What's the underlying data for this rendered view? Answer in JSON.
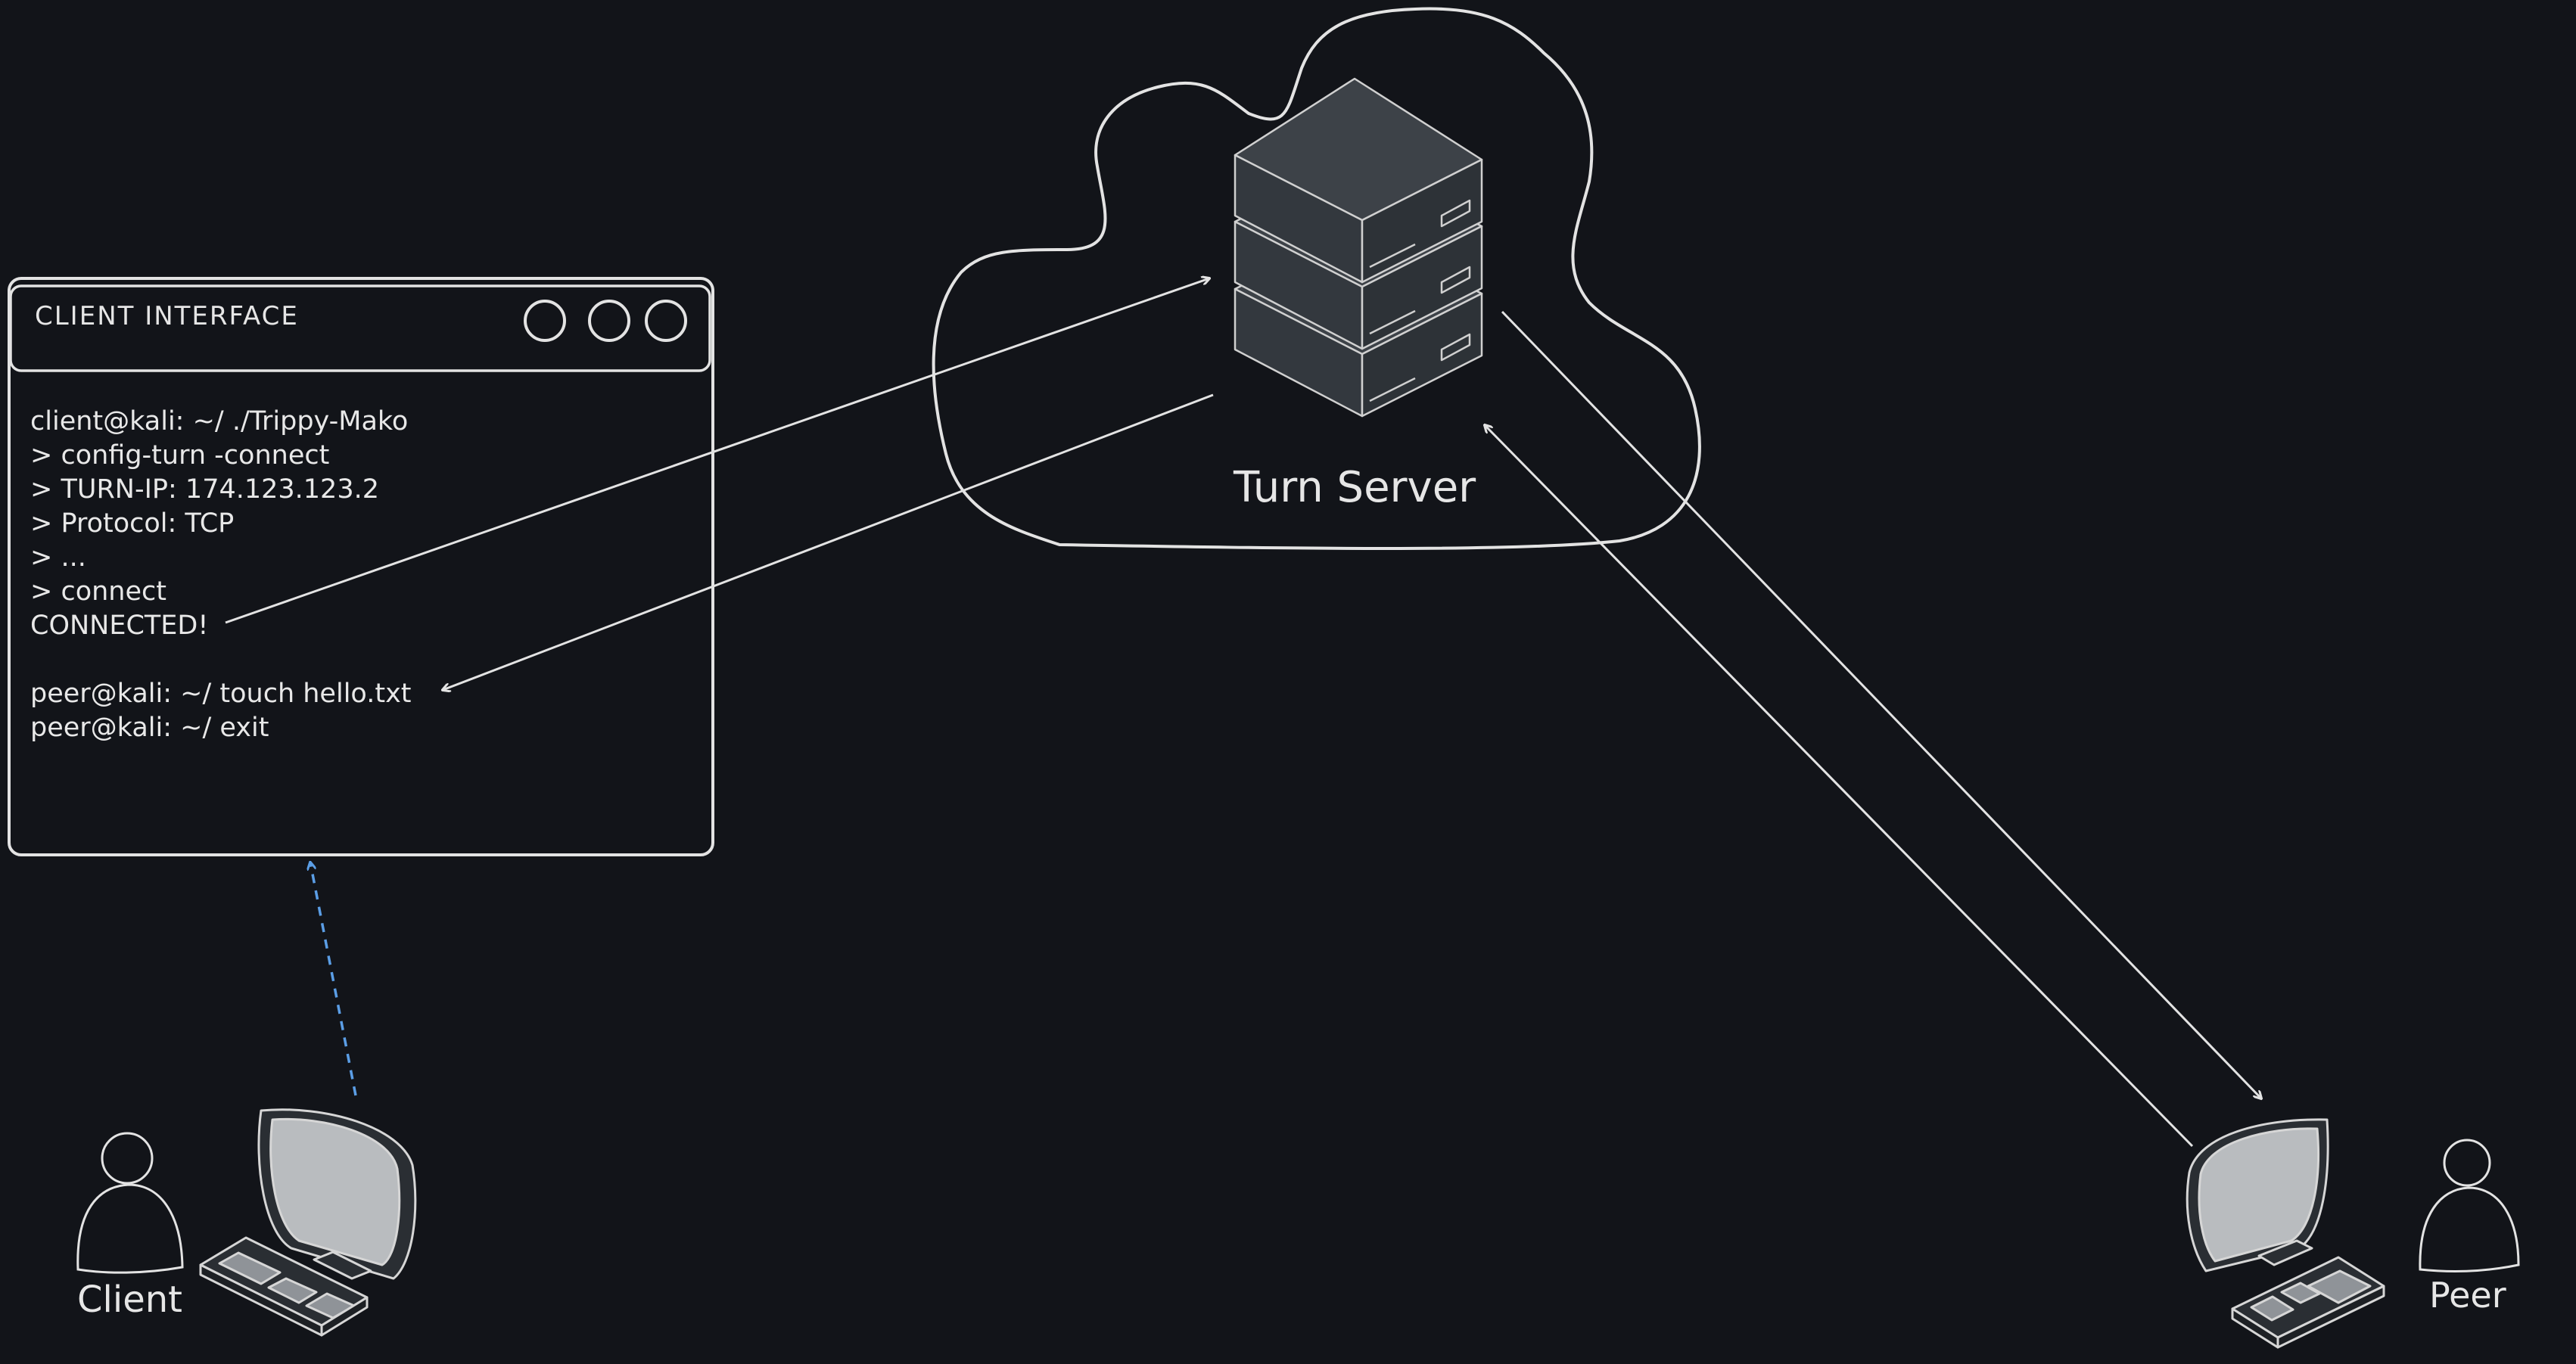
{
  "terminal": {
    "title": "CLIENT INTERFACE",
    "window_buttons": [
      "circle",
      "circle",
      "circle"
    ],
    "lines": [
      "client@kali: ~/ ./Trippy-Mako",
      "> config-turn -connect",
      "> TURN-IP: 174.123.123.2",
      "> Protocol: TCP",
      "> ...",
      "> connect",
      "CONNECTED!",
      "",
      "peer@kali: ~/ touch hello.txt",
      "peer@kali: ~/ exit"
    ]
  },
  "server": {
    "label": "Turn Server",
    "icon": "server-stack-icon",
    "container_icon": "cloud-icon"
  },
  "client": {
    "label": "Client",
    "icons": [
      "person-icon",
      "computer-icon"
    ]
  },
  "peer": {
    "label": "Peer",
    "icons": [
      "person-icon",
      "computer-icon"
    ]
  },
  "colors": {
    "background": "#121419",
    "stroke": "#e3e3e3",
    "server_fill": "#353a40",
    "monitor_fill": "#b9bcbf",
    "dashed_arrow": "#5b9ee6"
  }
}
